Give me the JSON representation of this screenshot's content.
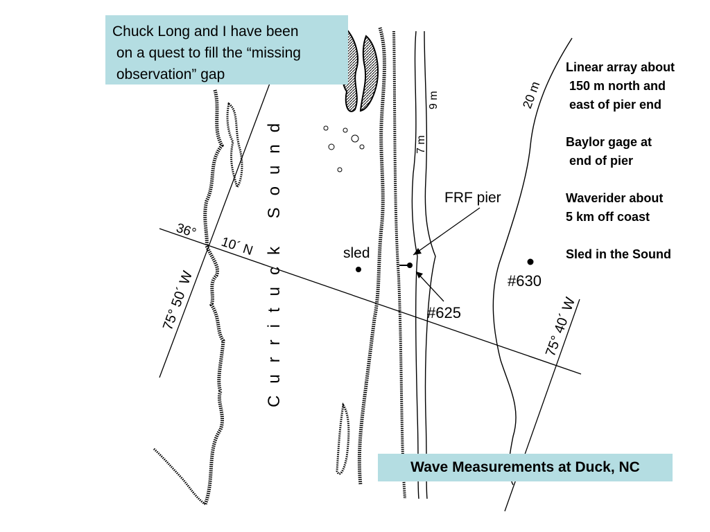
{
  "callout": {
    "lines": [
      "Chuck Long and I have been",
      " on a quest to fill the “missing",
      " observation” gap"
    ]
  },
  "notes": {
    "linear_array": [
      "Linear array about",
      " 150 m north and",
      " east of pier end"
    ],
    "baylor_gage": [
      "Baylor gage at",
      " end of pier"
    ],
    "waverider": [
      "Waverider about",
      "5 km off coast"
    ],
    "sled": [
      "Sled in the Sound"
    ]
  },
  "title": "Wave Measurements at Duck, NC",
  "map": {
    "water_body": "Currituck Sound",
    "latitude_deg": "36°",
    "latitude_min": "10´ N",
    "longitude_west": "75° 50´ W",
    "longitude_east": "75° 40´ W",
    "depth_labels": [
      "7 m",
      "9 m",
      "20 m"
    ],
    "pier_label": "FRF pier",
    "sled_label": "sled",
    "station_625": "#625",
    "station_630": "#630"
  }
}
